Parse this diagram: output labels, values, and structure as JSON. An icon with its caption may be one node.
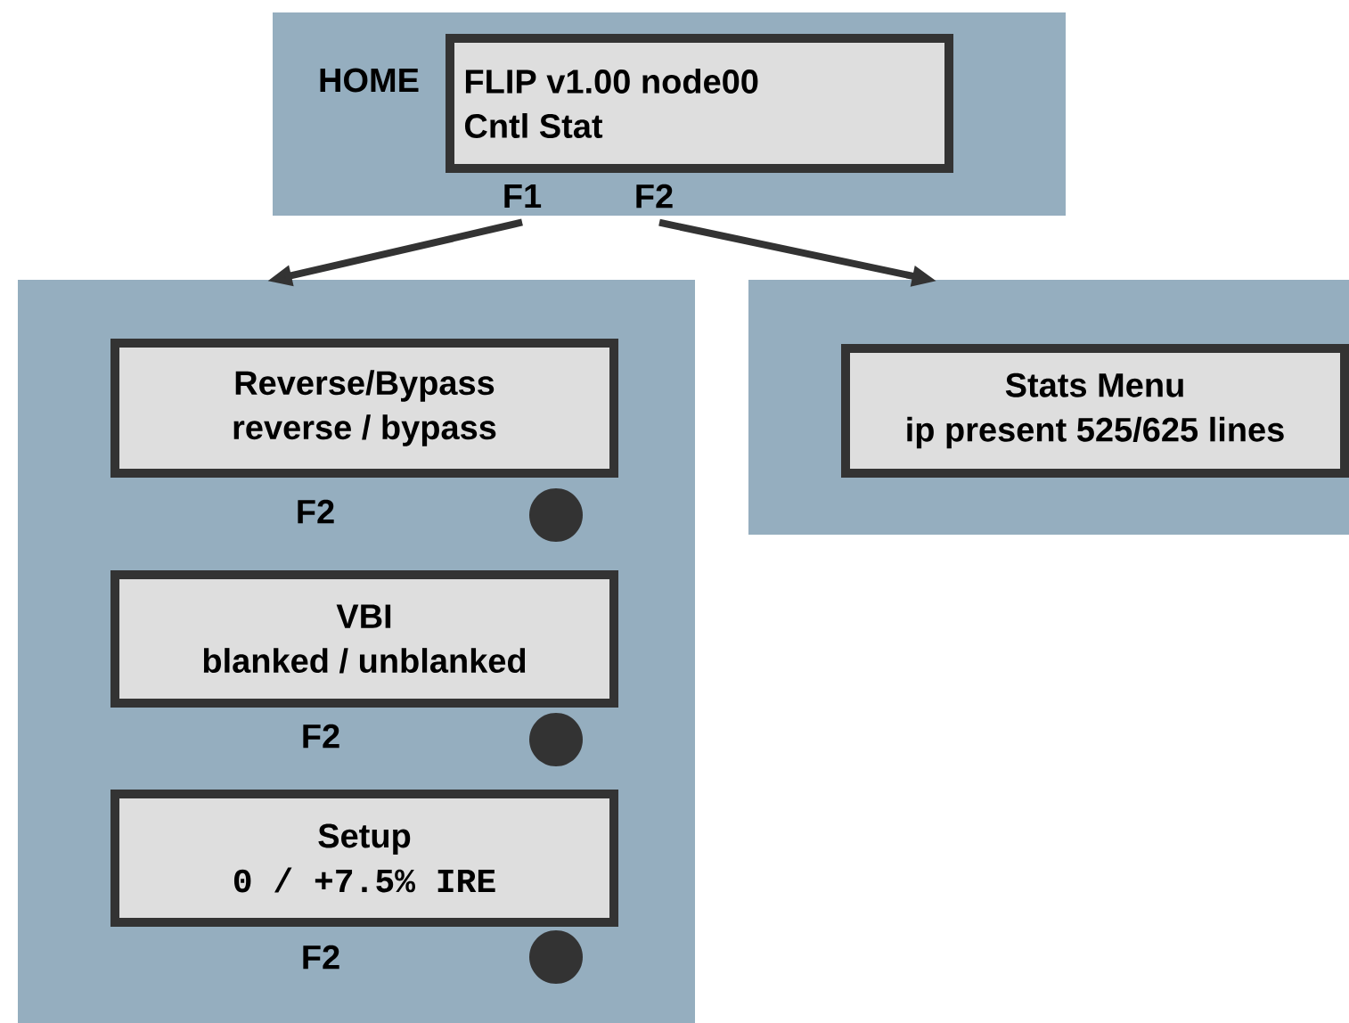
{
  "diagram": {
    "nodes": [
      {
        "text": [
          "HOME"
        ]
      },
      {
        "text": [
          "FLIP v1.00 node00",
          "Cntl Stat"
        ],
        "in": 0
      },
      {
        "text": [
          "F1"
        ],
        "in": 0
      },
      {
        "text": [
          "F2"
        ],
        "in": 0
      },
      {
        "text": [],
        "shape": "box"
      },
      {
        "text": [
          "Reverse/Bypass",
          "reverse / bypass"
        ],
        "in": 4,
        "beside": [
          "F2"
        ]
      },
      {
        "text": [
          "VBI",
          "blanked / unblanked"
        ],
        "in": 4,
        "beside": [
          "F2"
        ]
      },
      {
        "text": [
          "Setup",
          "0 / +7.5% IRE"
        ],
        "in": 4,
        "beside": [
          "F2"
        ]
      },
      {
        "text": [],
        "shape": "box"
      },
      {
        "text": [
          "Stats Menu",
          "ip present 525/625 lines"
        ],
        "in": 8
      }
    ],
    "edges": [
      {
        "from": 2,
        "to": 4,
        "arrow": "to"
      },
      {
        "from": 3,
        "to": 8,
        "arrow": "to"
      }
    ]
  }
}
